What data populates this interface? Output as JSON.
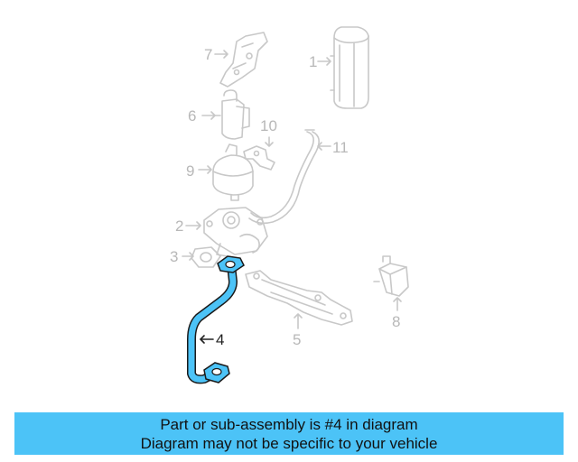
{
  "callouts": [
    {
      "id": "1",
      "label": "1"
    },
    {
      "id": "2",
      "label": "2"
    },
    {
      "id": "3",
      "label": "3"
    },
    {
      "id": "4",
      "label": "4"
    },
    {
      "id": "5",
      "label": "5"
    },
    {
      "id": "6",
      "label": "6"
    },
    {
      "id": "7",
      "label": "7"
    },
    {
      "id": "8",
      "label": "8"
    },
    {
      "id": "9",
      "label": "9"
    },
    {
      "id": "10",
      "label": "10"
    },
    {
      "id": "11",
      "label": "11"
    }
  ],
  "highlight_color": "#4cc3f7",
  "ghost_color": "#c8c8c8",
  "banner": {
    "line1": "Part or sub-assembly is #4 in diagram",
    "line2": "Diagram may not be specific to your vehicle",
    "color": "#4cc3f7"
  }
}
